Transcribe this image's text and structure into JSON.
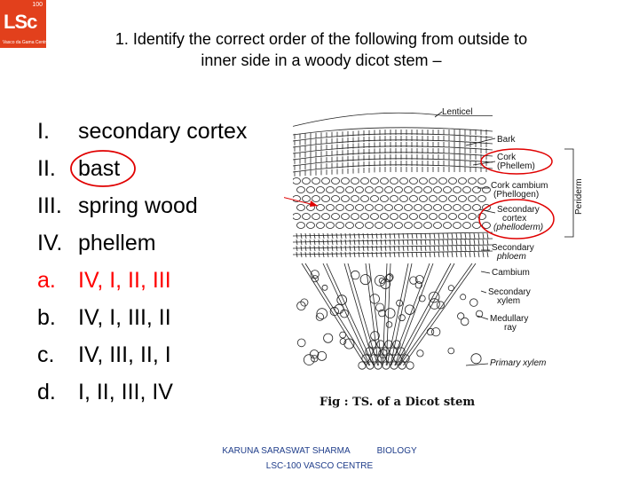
{
  "logo": {
    "number": "100",
    "mark": "LSc",
    "subtitle": "Vasco da Gama Centre"
  },
  "question": {
    "line1": "1. Identify the correct order of the following from outside to",
    "line2": "inner side in a woody dicot stem –"
  },
  "items": [
    {
      "marker": "I.",
      "text": "secondary cortex"
    },
    {
      "marker": "II.",
      "text": "bast"
    },
    {
      "marker": "III.",
      "text": "spring wood"
    },
    {
      "marker": "IV.",
      "text": "phellem"
    }
  ],
  "options": [
    {
      "marker": "a.",
      "text": "IV, I, II, III",
      "highlighted": true
    },
    {
      "marker": "b.",
      "text": "IV, I, III, II",
      "highlighted": false
    },
    {
      "marker": "c.",
      "text": "IV, III, II, I",
      "highlighted": false
    },
    {
      "marker": "d.",
      "text": "I, II, III, IV",
      "highlighted": false
    }
  ],
  "figure": {
    "labels": {
      "lenticel": "Lenticel",
      "bark": "Bark",
      "cork_line1": "Cork",
      "cork_line2": "(Phellem)",
      "cork_cambium_line1": "Cork cambium",
      "cork_cambium_line2": "(Phellogen)",
      "sec_cortex_line1": "Secondary",
      "sec_cortex_line2": "cortex",
      "sec_cortex_line3": "(phelloderm)",
      "periderm": "Periderm",
      "sec_phloem_line1": "Secondary",
      "sec_phloem_line2": "phloem",
      "cambium": "Cambium",
      "sec_xylem_line1": "Secondary",
      "sec_xylem_line2": "xylem",
      "medullary_line1": "Medullary",
      "medullary_line2": "ray",
      "primary_xylem": "Primary xylem"
    },
    "caption": "Fig : TS. of a Dicot stem"
  },
  "footer": {
    "author": "KARUNA SARASWAT SHARMA",
    "subject": "BIOLOGY",
    "centre": "LSC-100 VASCO CENTRE"
  },
  "colors": {
    "logo": "#e2401c",
    "highlight": "#ff0000",
    "footer": "#1f3d8a"
  }
}
